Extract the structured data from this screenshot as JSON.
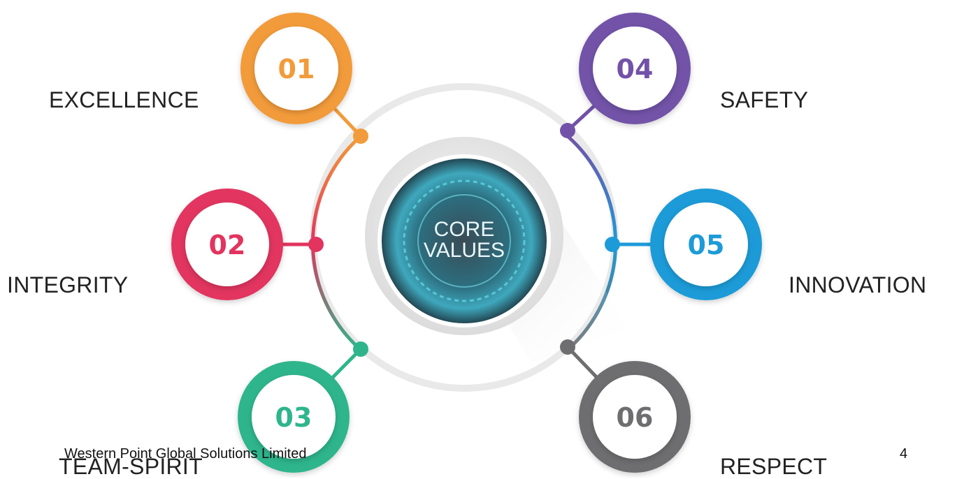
{
  "center": {
    "line1": "CORE",
    "line2": "VALUES"
  },
  "items": [
    {
      "number": "01",
      "label": "EXCELLENCE",
      "color": "#F29B3B"
    },
    {
      "number": "02",
      "label": "INTEGRITY",
      "color": "#E2345E"
    },
    {
      "number": "03",
      "label": "TEAM-SPIRIT",
      "color": "#2FB58C"
    },
    {
      "number": "04",
      "label": "SAFETY",
      "color": "#7252A8"
    },
    {
      "number": "05",
      "label": "INNOVATION",
      "color": "#1D9BD8"
    },
    {
      "number": "06",
      "label": "RESPECT",
      "color": "#6E6E70"
    }
  ],
  "footer": {
    "company": "Western Point Global Solutions Limited",
    "page_number": "4"
  }
}
